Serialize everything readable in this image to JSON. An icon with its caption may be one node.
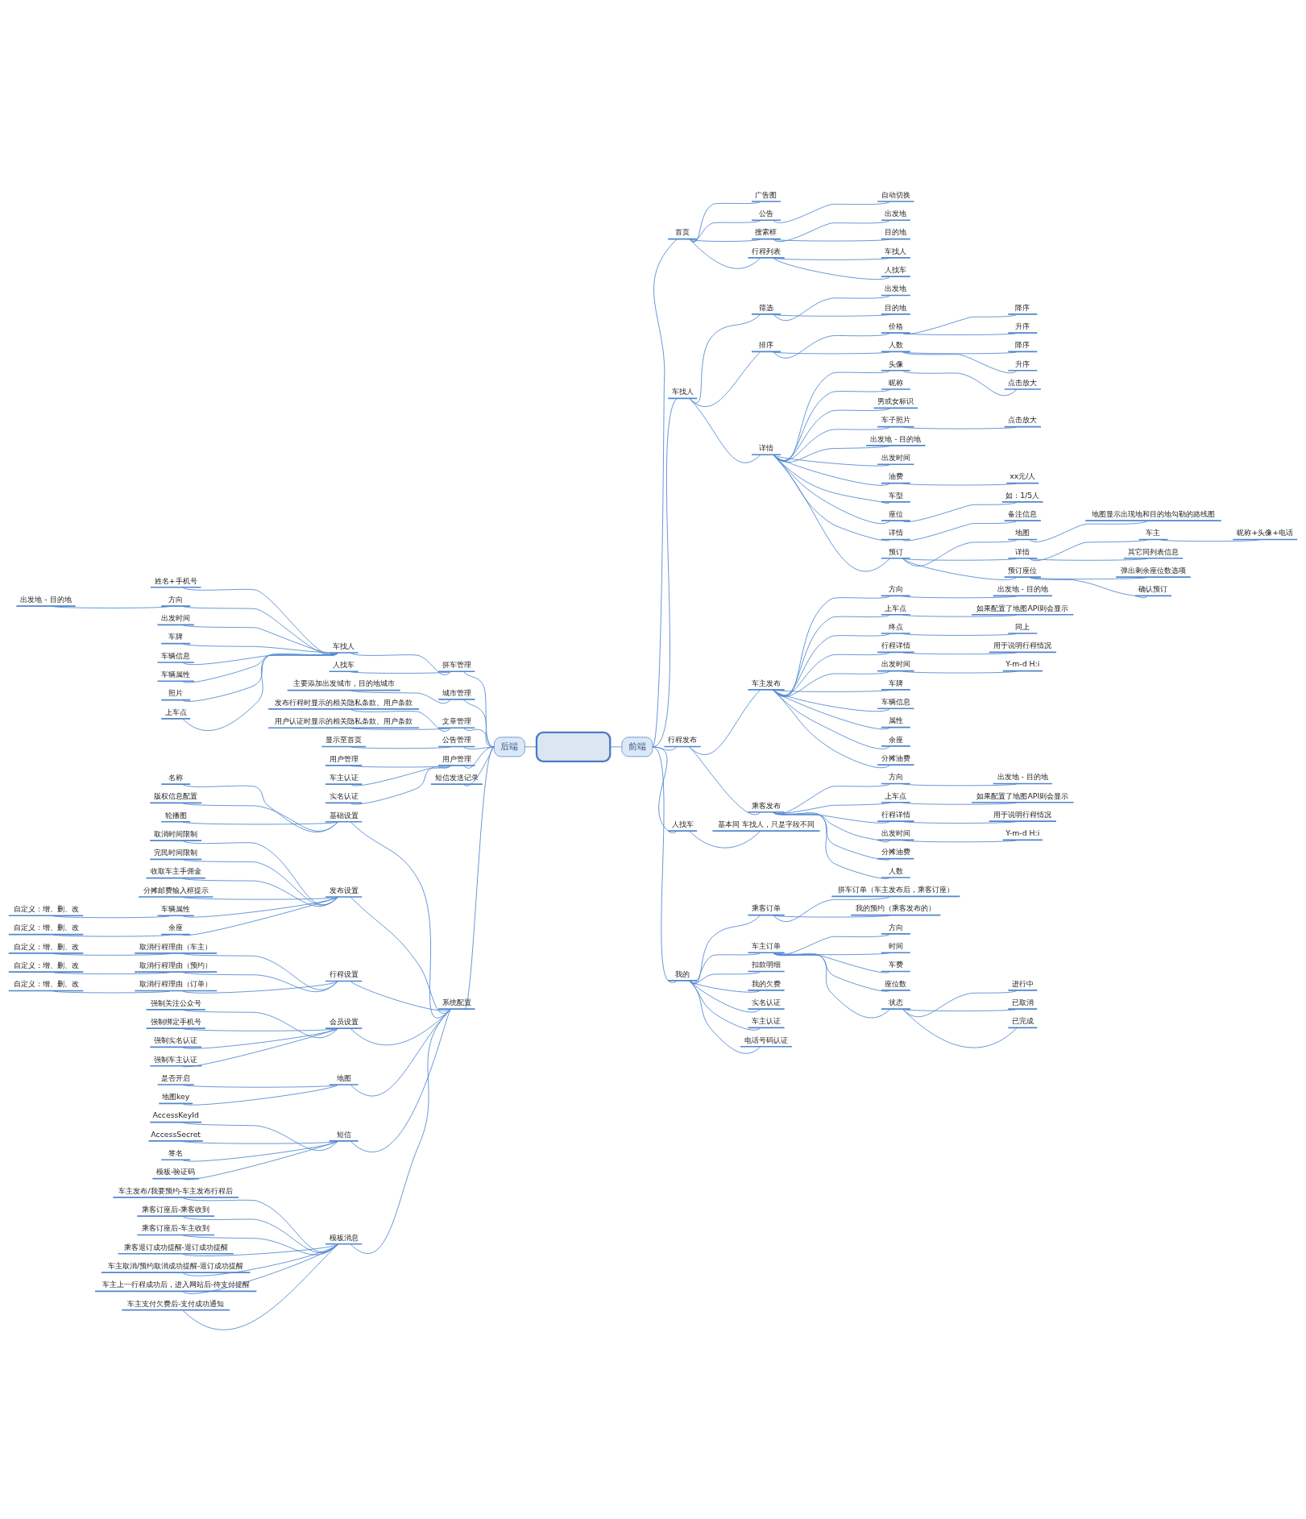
{
  "diagram": {
    "nodes": [
      {
        "text": [],
        "shape": "box"
      },
      {
        "text": [
          "后端"
        ]
      },
      {
        "text": [
          "拼车管理"
        ]
      },
      {
        "text": [
          "车找人"
        ]
      },
      {
        "text": [
          "姓名+手机号"
        ]
      },
      {
        "text": [
          "方向"
        ]
      },
      {
        "text": [
          "出发地 - 目的地"
        ]
      },
      {
        "text": [
          "出发时间"
        ]
      },
      {
        "text": [
          "车牌"
        ]
      },
      {
        "text": [
          "车辆信息"
        ]
      },
      {
        "text": [
          "车辆属性"
        ]
      },
      {
        "text": [
          "照片"
        ]
      },
      {
        "text": [
          "上车点"
        ]
      },
      {
        "text": [
          "人找车"
        ]
      },
      {
        "text": [
          "城市管理"
        ]
      },
      {
        "text": [
          "主要添加出发城市，目的地城市"
        ]
      },
      {
        "text": [
          "文章管理"
        ]
      },
      {
        "text": [
          "发布行程时显示的相关隐私条款、用户条款"
        ]
      },
      {
        "text": [
          "用户认证时显示的相关隐私条款、用户条款"
        ]
      },
      {
        "text": [
          "公告管理"
        ]
      },
      {
        "text": [
          "显示至首页"
        ]
      },
      {
        "text": [
          "用户管理"
        ]
      },
      {
        "text": [
          "用户管理"
        ]
      },
      {
        "text": [
          "车主认证"
        ]
      },
      {
        "text": [
          "实名认证"
        ]
      },
      {
        "text": [
          "短信发送记录"
        ]
      },
      {
        "text": [
          "系统配置"
        ]
      },
      {
        "text": [
          "基础设置"
        ]
      },
      {
        "text": [
          "名称"
        ]
      },
      {
        "text": [
          "版权信息配置"
        ]
      },
      {
        "text": [
          "轮播图"
        ]
      },
      {
        "text": [
          "发布设置"
        ]
      },
      {
        "text": [
          "取消时间限制"
        ]
      },
      {
        "text": [
          "完民时间限制"
        ]
      },
      {
        "text": [
          "收取车主手佣金"
        ]
      },
      {
        "text": [
          "分摊邮费输入框提示"
        ]
      },
      {
        "text": [
          "车辆属性"
        ]
      },
      {
        "text": [
          "自定义：增、删、改"
        ]
      },
      {
        "text": [
          "余座"
        ]
      },
      {
        "text": [
          "自定义：增、删、改"
        ]
      },
      {
        "text": [
          "行程设置"
        ]
      },
      {
        "text": [
          "取消行程理由（车主）"
        ]
      },
      {
        "text": [
          "自定义：增、删、改"
        ]
      },
      {
        "text": [
          "取消行程理由（预约）"
        ]
      },
      {
        "text": [
          "自定义：增、删、改"
        ]
      },
      {
        "text": [
          "取消行程理由（订单）"
        ]
      },
      {
        "text": [
          "自定义：增、删、改"
        ]
      },
      {
        "text": [
          "会员设置"
        ]
      },
      {
        "text": [
          "强制关注公众号"
        ]
      },
      {
        "text": [
          "强制绑定手机号"
        ]
      },
      {
        "text": [
          "强制实名认证"
        ]
      },
      {
        "text": [
          "强制车主认证"
        ]
      },
      {
        "text": [
          "地图"
        ]
      },
      {
        "text": [
          "是否开启"
        ]
      },
      {
        "text": [
          "地图key"
        ]
      },
      {
        "text": [
          "短信"
        ]
      },
      {
        "text": [
          "AccessKeyId"
        ]
      },
      {
        "text": [
          "AccessSecret"
        ]
      },
      {
        "text": [
          "签名"
        ]
      },
      {
        "text": [
          "模板-验证码"
        ]
      },
      {
        "text": [
          "模板消息"
        ]
      },
      {
        "text": [
          "车主发布/我要预约-车主发布行程后"
        ]
      },
      {
        "text": [
          "乘客订座后-乘客收到"
        ]
      },
      {
        "text": [
          "乘客订座后-车主收到"
        ]
      },
      {
        "text": [
          "乘客退订成功提醒-退订成功提醒"
        ]
      },
      {
        "text": [
          "车主取消/预约取消成功提醒-退订成功提醒"
        ]
      },
      {
        "text": [
          "车主上一行程成功后，进入网站后-待支付提醒"
        ]
      },
      {
        "text": [
          "车主支付欠费后-支付成功通知"
        ]
      },
      {
        "text": [
          "前端"
        ]
      },
      {
        "text": [
          "首页"
        ]
      },
      {
        "text": [
          "广告图"
        ]
      },
      {
        "text": [
          "公告"
        ]
      },
      {
        "text": [
          "自动切换"
        ]
      },
      {
        "text": [
          "搜索框"
        ]
      },
      {
        "text": [
          "出发地"
        ]
      },
      {
        "text": [
          "目的地"
        ]
      },
      {
        "text": [
          "行程列表"
        ]
      },
      {
        "text": [
          "车找人"
        ]
      },
      {
        "text": [
          "人找车"
        ]
      },
      {
        "text": [
          "车找人"
        ]
      },
      {
        "text": [
          "筛选"
        ]
      },
      {
        "text": [
          "出发地"
        ]
      },
      {
        "text": [
          "目的地"
        ]
      },
      {
        "text": [
          "排序"
        ]
      },
      {
        "text": [
          "价格"
        ]
      },
      {
        "text": [
          "降序"
        ]
      },
      {
        "text": [
          "升序"
        ]
      },
      {
        "text": [
          "人数"
        ]
      },
      {
        "text": [
          "降序"
        ]
      },
      {
        "text": [
          "升序"
        ]
      },
      {
        "text": [
          "详情"
        ]
      },
      {
        "text": [
          "头像"
        ]
      },
      {
        "text": [
          "点击放大"
        ]
      },
      {
        "text": [
          "昵称"
        ]
      },
      {
        "text": [
          "男或女标识"
        ]
      },
      {
        "text": [
          "车子照片"
        ]
      },
      {
        "text": [
          "点击放大"
        ]
      },
      {
        "text": [
          "出发地 - 目的地"
        ]
      },
      {
        "text": [
          "出发时间"
        ]
      },
      {
        "text": [
          "油费"
        ]
      },
      {
        "text": [
          "xx元/人"
        ]
      },
      {
        "text": [
          "车型"
        ]
      },
      {
        "text": [
          "座位"
        ]
      },
      {
        "text": [
          "如：1/5人"
        ]
      },
      {
        "text": [
          "详情"
        ]
      },
      {
        "text": [
          "备注信息"
        ]
      },
      {
        "text": [
          "预订"
        ]
      },
      {
        "text": [
          "地图"
        ]
      },
      {
        "text": [
          "地图显示出现地和目的地勾勒的路线图"
        ]
      },
      {
        "text": [
          "详情"
        ]
      },
      {
        "text": [
          "车主"
        ]
      },
      {
        "text": [
          "昵称+头像+电话"
        ]
      },
      {
        "text": [
          "其它同列表信息"
        ]
      },
      {
        "text": [
          "预订座位"
        ]
      },
      {
        "text": [
          "弹出剩余座位数选项"
        ]
      },
      {
        "text": [
          "确认预订"
        ]
      },
      {
        "text": [
          "行程发布"
        ]
      },
      {
        "text": [
          "车主发布"
        ]
      },
      {
        "text": [
          "方向"
        ]
      },
      {
        "text": [
          "出发地 - 目的地"
        ]
      },
      {
        "text": [
          "上车点"
        ]
      },
      {
        "text": [
          "如果配置了地图API则会显示"
        ]
      },
      {
        "text": [
          "终点"
        ]
      },
      {
        "text": [
          "同上"
        ]
      },
      {
        "text": [
          "行程详情"
        ]
      },
      {
        "text": [
          "用于说明行程情况"
        ]
      },
      {
        "text": [
          "出发时间"
        ]
      },
      {
        "text": [
          "Y-m-d H:i"
        ]
      },
      {
        "text": [
          "车牌"
        ]
      },
      {
        "text": [
          "车辆信息"
        ]
      },
      {
        "text": [
          "属性"
        ]
      },
      {
        "text": [
          "余座"
        ]
      },
      {
        "text": [
          "分摊油费"
        ]
      },
      {
        "text": [
          "乘客发布"
        ]
      },
      {
        "text": [
          "方向"
        ]
      },
      {
        "text": [
          "出发地 - 目的地"
        ]
      },
      {
        "text": [
          "上车点"
        ]
      },
      {
        "text": [
          "如果配置了地图API则会显示"
        ]
      },
      {
        "text": [
          "行程详情"
        ]
      },
      {
        "text": [
          "用于说明行程情况"
        ]
      },
      {
        "text": [
          "出发时间"
        ]
      },
      {
        "text": [
          "Y-m-d H:i"
        ]
      },
      {
        "text": [
          "分摊油费"
        ]
      },
      {
        "text": [
          "人数"
        ]
      },
      {
        "text": [
          "人找车"
        ]
      },
      {
        "text": [
          "基本同 车找人，只是字段不同"
        ]
      },
      {
        "text": [
          "我的"
        ]
      },
      {
        "text": [
          "乘客订单"
        ]
      },
      {
        "text": [
          "拼车订单（车主发布后，乘客订座）"
        ]
      },
      {
        "text": [
          "我的预约（乘客发布的）"
        ]
      },
      {
        "text": [
          "车主订单"
        ]
      },
      {
        "text": [
          "方向"
        ]
      },
      {
        "text": [
          "时间"
        ]
      },
      {
        "text": [
          "车费"
        ]
      },
      {
        "text": [
          "座位数"
        ]
      },
      {
        "text": [
          "状态"
        ]
      },
      {
        "text": [
          "进行中"
        ]
      },
      {
        "text": [
          "已取消"
        ]
      },
      {
        "text": [
          "已完成"
        ]
      },
      {
        "text": [
          "扣款明细"
        ]
      },
      {
        "text": [
          "我的欠费"
        ]
      },
      {
        "text": [
          "实名认证"
        ]
      },
      {
        "text": [
          "车主认证"
        ]
      },
      {
        "text": [
          "电话号码认证"
        ]
      }
    ],
    "edges": [
      {
        "from": 0,
        "to": 1,
        "arrow": "none"
      },
      {
        "from": 1,
        "to": 2,
        "arrow": "none"
      },
      {
        "from": 2,
        "to": 3,
        "arrow": "none"
      },
      {
        "from": 3,
        "to": 4,
        "arrow": "none"
      },
      {
        "from": 3,
        "to": 5,
        "arrow": "none"
      },
      {
        "from": 5,
        "to": 6,
        "arrow": "none"
      },
      {
        "from": 3,
        "to": 7,
        "arrow": "none"
      },
      {
        "from": 3,
        "to": 8,
        "arrow": "none"
      },
      {
        "from": 3,
        "to": 9,
        "arrow": "none"
      },
      {
        "from": 3,
        "to": 10,
        "arrow": "none"
      },
      {
        "from": 3,
        "to": 11,
        "arrow": "none"
      },
      {
        "from": 3,
        "to": 12,
        "arrow": "none"
      },
      {
        "from": 2,
        "to": 13,
        "arrow": "none"
      },
      {
        "from": 1,
        "to": 14,
        "arrow": "none"
      },
      {
        "from": 14,
        "to": 15,
        "arrow": "none"
      },
      {
        "from": 1,
        "to": 16,
        "arrow": "none"
      },
      {
        "from": 16,
        "to": 17,
        "arrow": "none"
      },
      {
        "from": 16,
        "to": 18,
        "arrow": "none"
      },
      {
        "from": 1,
        "to": 19,
        "arrow": "none"
      },
      {
        "from": 19,
        "to": 20,
        "arrow": "none"
      },
      {
        "from": 1,
        "to": 21,
        "arrow": "none"
      },
      {
        "from": 21,
        "to": 22,
        "arrow": "none"
      },
      {
        "from": 21,
        "to": 23,
        "arrow": "none"
      },
      {
        "from": 21,
        "to": 24,
        "arrow": "none"
      },
      {
        "from": 1,
        "to": 25,
        "arrow": "none"
      },
      {
        "from": 1,
        "to": 26,
        "arrow": "none"
      },
      {
        "from": 26,
        "to": 27,
        "arrow": "none"
      },
      {
        "from": 27,
        "to": 28,
        "arrow": "none"
      },
      {
        "from": 27,
        "to": 29,
        "arrow": "none"
      },
      {
        "from": 27,
        "to": 30,
        "arrow": "none"
      },
      {
        "from": 26,
        "to": 31,
        "arrow": "none"
      },
      {
        "from": 31,
        "to": 32,
        "arrow": "none"
      },
      {
        "from": 31,
        "to": 33,
        "arrow": "none"
      },
      {
        "from": 31,
        "to": 34,
        "arrow": "none"
      },
      {
        "from": 31,
        "to": 35,
        "arrow": "none"
      },
      {
        "from": 31,
        "to": 36,
        "arrow": "none"
      },
      {
        "from": 36,
        "to": 37,
        "arrow": "none"
      },
      {
        "from": 31,
        "to": 38,
        "arrow": "none"
      },
      {
        "from": 38,
        "to": 39,
        "arrow": "none"
      },
      {
        "from": 26,
        "to": 40,
        "arrow": "none"
      },
      {
        "from": 40,
        "to": 41,
        "arrow": "none"
      },
      {
        "from": 41,
        "to": 42,
        "arrow": "none"
      },
      {
        "from": 40,
        "to": 43,
        "arrow": "none"
      },
      {
        "from": 43,
        "to": 44,
        "arrow": "none"
      },
      {
        "from": 40,
        "to": 45,
        "arrow": "none"
      },
      {
        "from": 45,
        "to": 46,
        "arrow": "none"
      },
      {
        "from": 26,
        "to": 47,
        "arrow": "none"
      },
      {
        "from": 47,
        "to": 48,
        "arrow": "none"
      },
      {
        "from": 47,
        "to": 49,
        "arrow": "none"
      },
      {
        "from": 47,
        "to": 50,
        "arrow": "none"
      },
      {
        "from": 47,
        "to": 51,
        "arrow": "none"
      },
      {
        "from": 26,
        "to": 52,
        "arrow": "none"
      },
      {
        "from": 52,
        "to": 53,
        "arrow": "none"
      },
      {
        "from": 52,
        "to": 54,
        "arrow": "none"
      },
      {
        "from": 26,
        "to": 55,
        "arrow": "none"
      },
      {
        "from": 55,
        "to": 56,
        "arrow": "none"
      },
      {
        "from": 55,
        "to": 57,
        "arrow": "none"
      },
      {
        "from": 55,
        "to": 58,
        "arrow": "none"
      },
      {
        "from": 55,
        "to": 59,
        "arrow": "none"
      },
      {
        "from": 26,
        "to": 60,
        "arrow": "none"
      },
      {
        "from": 60,
        "to": 61,
        "arrow": "none"
      },
      {
        "from": 60,
        "to": 62,
        "arrow": "none"
      },
      {
        "from": 60,
        "to": 63,
        "arrow": "none"
      },
      {
        "from": 60,
        "to": 64,
        "arrow": "none"
      },
      {
        "from": 60,
        "to": 65,
        "arrow": "none"
      },
      {
        "from": 60,
        "to": 66,
        "arrow": "none"
      },
      {
        "from": 60,
        "to": 67,
        "arrow": "none"
      },
      {
        "from": 0,
        "to": 68,
        "arrow": "none"
      },
      {
        "from": 68,
        "to": 69,
        "arrow": "none"
      },
      {
        "from": 69,
        "to": 70,
        "arrow": "none"
      },
      {
        "from": 69,
        "to": 71,
        "arrow": "none"
      },
      {
        "from": 71,
        "to": 72,
        "arrow": "none"
      },
      {
        "from": 69,
        "to": 73,
        "arrow": "none"
      },
      {
        "from": 73,
        "to": 74,
        "arrow": "none"
      },
      {
        "from": 73,
        "to": 75,
        "arrow": "none"
      },
      {
        "from": 69,
        "to": 76,
        "arrow": "none"
      },
      {
        "from": 76,
        "to": 77,
        "arrow": "none"
      },
      {
        "from": 76,
        "to": 78,
        "arrow": "none"
      },
      {
        "from": 68,
        "to": 79,
        "arrow": "none"
      },
      {
        "from": 79,
        "to": 80,
        "arrow": "none"
      },
      {
        "from": 80,
        "to": 81,
        "arrow": "none"
      },
      {
        "from": 80,
        "to": 82,
        "arrow": "none"
      },
      {
        "from": 79,
        "to": 83,
        "arrow": "none"
      },
      {
        "from": 83,
        "to": 84,
        "arrow": "none"
      },
      {
        "from": 84,
        "to": 85,
        "arrow": "none"
      },
      {
        "from": 84,
        "to": 86,
        "arrow": "none"
      },
      {
        "from": 83,
        "to": 87,
        "arrow": "none"
      },
      {
        "from": 87,
        "to": 88,
        "arrow": "none"
      },
      {
        "from": 87,
        "to": 89,
        "arrow": "none"
      },
      {
        "from": 79,
        "to": 90,
        "arrow": "none"
      },
      {
        "from": 90,
        "to": 91,
        "arrow": "none"
      },
      {
        "from": 91,
        "to": 92,
        "arrow": "none"
      },
      {
        "from": 90,
        "to": 93,
        "arrow": "none"
      },
      {
        "from": 90,
        "to": 94,
        "arrow": "none"
      },
      {
        "from": 90,
        "to": 95,
        "arrow": "none"
      },
      {
        "from": 95,
        "to": 96,
        "arrow": "none"
      },
      {
        "from": 90,
        "to": 97,
        "arrow": "none"
      },
      {
        "from": 90,
        "to": 98,
        "arrow": "none"
      },
      {
        "from": 90,
        "to": 99,
        "arrow": "none"
      },
      {
        "from": 99,
        "to": 100,
        "arrow": "none"
      },
      {
        "from": 90,
        "to": 101,
        "arrow": "none"
      },
      {
        "from": 90,
        "to": 102,
        "arrow": "none"
      },
      {
        "from": 102,
        "to": 103,
        "arrow": "none"
      },
      {
        "from": 90,
        "to": 104,
        "arrow": "none"
      },
      {
        "from": 104,
        "to": 105,
        "arrow": "none"
      },
      {
        "from": 90,
        "to": 106,
        "arrow": "none"
      },
      {
        "from": 106,
        "to": 107,
        "arrow": "none"
      },
      {
        "from": 107,
        "to": 108,
        "arrow": "none"
      },
      {
        "from": 106,
        "to": 109,
        "arrow": "none"
      },
      {
        "from": 109,
        "to": 110,
        "arrow": "none"
      },
      {
        "from": 110,
        "to": 111,
        "arrow": "none"
      },
      {
        "from": 109,
        "to": 112,
        "arrow": "none"
      },
      {
        "from": 106,
        "to": 113,
        "arrow": "none"
      },
      {
        "from": 113,
        "to": 114,
        "arrow": "none"
      },
      {
        "from": 113,
        "to": 115,
        "arrow": "none"
      },
      {
        "from": 68,
        "to": 116,
        "arrow": "none"
      },
      {
        "from": 116,
        "to": 117,
        "arrow": "none"
      },
      {
        "from": 117,
        "to": 118,
        "arrow": "none"
      },
      {
        "from": 118,
        "to": 119,
        "arrow": "none"
      },
      {
        "from": 117,
        "to": 120,
        "arrow": "none"
      },
      {
        "from": 120,
        "to": 121,
        "arrow": "none"
      },
      {
        "from": 117,
        "to": 122,
        "arrow": "none"
      },
      {
        "from": 122,
        "to": 123,
        "arrow": "none"
      },
      {
        "from": 117,
        "to": 124,
        "arrow": "none"
      },
      {
        "from": 124,
        "to": 125,
        "arrow": "none"
      },
      {
        "from": 117,
        "to": 126,
        "arrow": "none"
      },
      {
        "from": 126,
        "to": 127,
        "arrow": "none"
      },
      {
        "from": 117,
        "to": 128,
        "arrow": "none"
      },
      {
        "from": 117,
        "to": 129,
        "arrow": "none"
      },
      {
        "from": 117,
        "to": 130,
        "arrow": "none"
      },
      {
        "from": 117,
        "to": 131,
        "arrow": "none"
      },
      {
        "from": 117,
        "to": 132,
        "arrow": "none"
      },
      {
        "from": 116,
        "to": 133,
        "arrow": "none"
      },
      {
        "from": 133,
        "to": 134,
        "arrow": "none"
      },
      {
        "from": 134,
        "to": 135,
        "arrow": "none"
      },
      {
        "from": 133,
        "to": 136,
        "arrow": "none"
      },
      {
        "from": 136,
        "to": 137,
        "arrow": "none"
      },
      {
        "from": 133,
        "to": 138,
        "arrow": "none"
      },
      {
        "from": 138,
        "to": 139,
        "arrow": "none"
      },
      {
        "from": 133,
        "to": 140,
        "arrow": "none"
      },
      {
        "from": 140,
        "to": 141,
        "arrow": "none"
      },
      {
        "from": 133,
        "to": 142,
        "arrow": "none"
      },
      {
        "from": 133,
        "to": 143,
        "arrow": "none"
      },
      {
        "from": 68,
        "to": 144,
        "arrow": "none"
      },
      {
        "from": 144,
        "to": 145,
        "arrow": "none"
      },
      {
        "from": 68,
        "to": 146,
        "arrow": "none"
      },
      {
        "from": 146,
        "to": 147,
        "arrow": "none"
      },
      {
        "from": 147,
        "to": 148,
        "arrow": "none"
      },
      {
        "from": 147,
        "to": 149,
        "arrow": "none"
      },
      {
        "from": 146,
        "to": 150,
        "arrow": "none"
      },
      {
        "from": 150,
        "to": 151,
        "arrow": "none"
      },
      {
        "from": 150,
        "to": 152,
        "arrow": "none"
      },
      {
        "from": 150,
        "to": 153,
        "arrow": "none"
      },
      {
        "from": 150,
        "to": 154,
        "arrow": "none"
      },
      {
        "from": 150,
        "to": 155,
        "arrow": "none"
      },
      {
        "from": 155,
        "to": 156,
        "arrow": "none"
      },
      {
        "from": 155,
        "to": 157,
        "arrow": "none"
      },
      {
        "from": 155,
        "to": 158,
        "arrow": "none"
      },
      {
        "from": 146,
        "to": 159,
        "arrow": "none"
      },
      {
        "from": 146,
        "to": 160,
        "arrow": "none"
      },
      {
        "from": 146,
        "to": 161,
        "arrow": "none"
      },
      {
        "from": 146,
        "to": 162,
        "arrow": "none"
      },
      {
        "from": 146,
        "to": 163,
        "arrow": "none"
      }
    ]
  }
}
